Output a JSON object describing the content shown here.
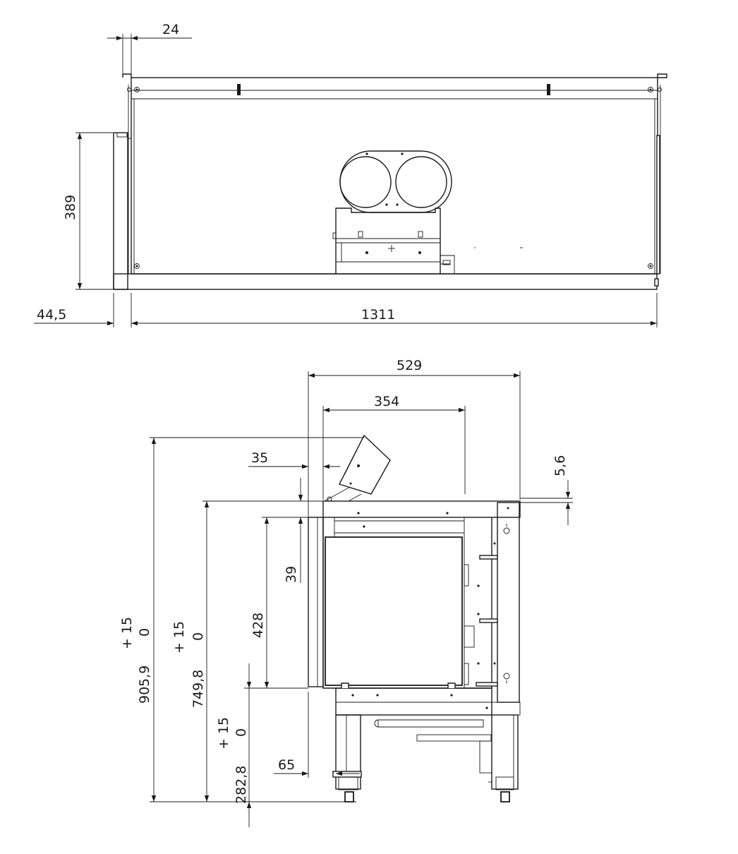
{
  "top_view": {
    "dimensions": {
      "frame_offset": "24",
      "height": "389",
      "side_offset": "44,5",
      "width": "1311"
    }
  },
  "side_view": {
    "dimensions": {
      "depth": "529",
      "inner_depth": "354",
      "flue_offset": "35",
      "top_offset": "5,6",
      "lip": "39",
      "door_height": "428",
      "total_height_tol_plus": "+ 15",
      "total_height_tol_zero": "0",
      "total_height": "905,9",
      "top_height_tol_plus": "+ 15",
      "top_height_tol_zero": "0",
      "top_height": "749,8",
      "base_height_tol_plus": "+ 15",
      "base_height_tol_zero": "0",
      "base_height": "282,8",
      "foot_offset": "65"
    }
  }
}
